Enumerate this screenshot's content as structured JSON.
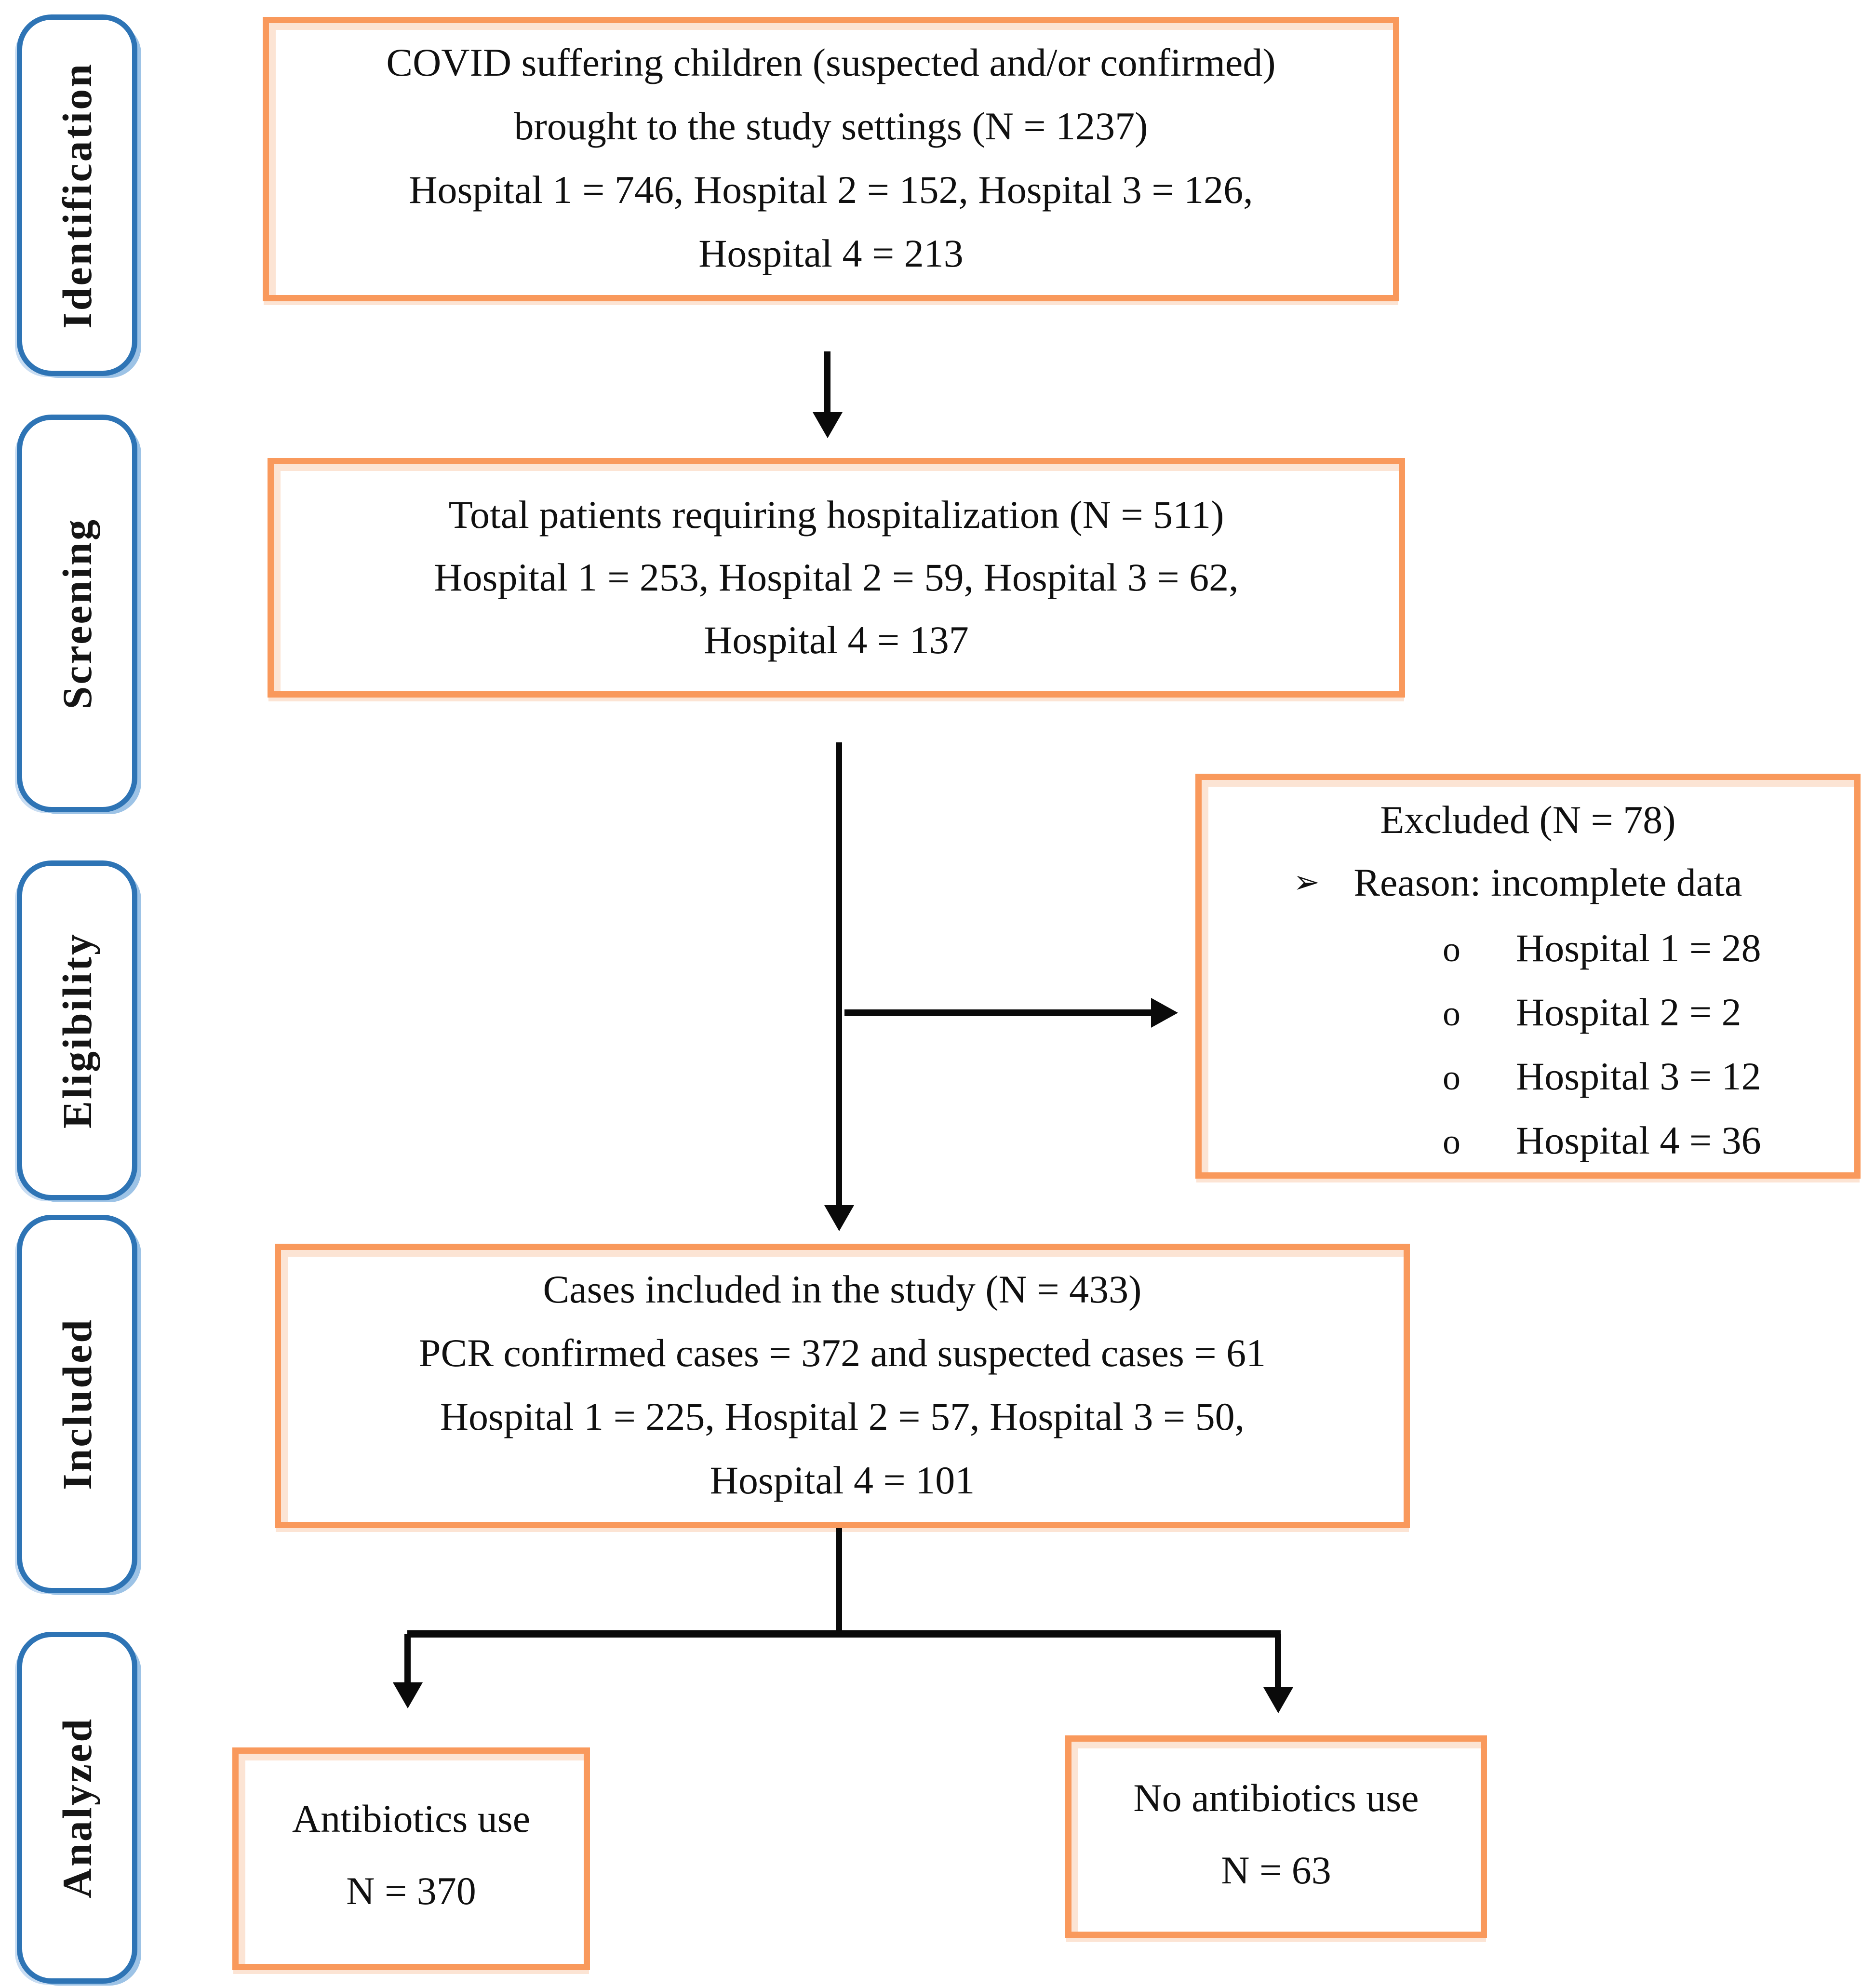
{
  "figure": {
    "type": "prisma-flow-diagram",
    "background": "#ffffff"
  },
  "sidebar": {
    "stages": [
      {
        "label": "Identification"
      },
      {
        "label": "Screening"
      },
      {
        "label": "Eligibility"
      },
      {
        "label": "Included"
      },
      {
        "label": "Analyzed"
      }
    ]
  },
  "boxes": {
    "identification": {
      "lines": [
        "COVID suffering children (suspected and/or confirmed)",
        "brought to the study settings (N = 1237)",
        "Hospital 1 = 746, Hospital 2 = 152, Hospital 3 = 126,",
        "Hospital 4 = 213"
      ]
    },
    "screening": {
      "lines": [
        "Total patients requiring hospitalization (N = 511)",
        "Hospital 1 = 253, Hospital 2 = 59, Hospital 3 = 62,",
        "Hospital 4 = 137"
      ]
    },
    "excluded": {
      "title": "Excluded (N = 78)",
      "reason_marker": "➢",
      "reason": "Reason: incomplete data",
      "item_marker": "o",
      "items": [
        "Hospital 1 = 28",
        "Hospital 2 = 2",
        "Hospital 3 = 12",
        "Hospital 4 = 36"
      ]
    },
    "included": {
      "lines": [
        "Cases included in the study (N = 433)",
        "PCR confirmed cases = 372 and suspected cases = 61",
        "Hospital 1 = 225, Hospital 2 = 57, Hospital 3 = 50,",
        "Hospital 4 = 101"
      ]
    },
    "antibiotics": {
      "lines": [
        "Antibiotics use",
        "N = 370"
      ]
    },
    "no_antibiotics": {
      "lines": [
        "No antibiotics use",
        "N = 63"
      ]
    }
  },
  "colors": {
    "flow_box_border": "#F9995C",
    "flow_box_inner_shadow": "#FCE4D4",
    "stage_box_border": "#2E74B5",
    "stage_box_shadow": "#9DC3E6",
    "arrow": "#0A0A0A",
    "text": "#101010"
  }
}
